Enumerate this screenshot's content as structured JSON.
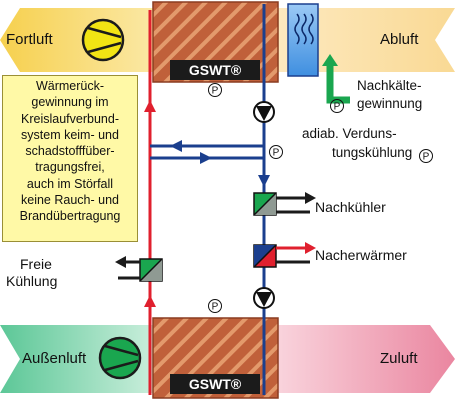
{
  "streams": {
    "fortluft": "Fortluft",
    "abluft": "Abluft",
    "aussenluft": "Außenluft",
    "zuluft": "Zuluft"
  },
  "exchangers": {
    "top": "GSWT®",
    "bottom": "GSWT®"
  },
  "pump_symbol": "P",
  "description_lines": [
    "Wärmerück-",
    "gewinnung im",
    "Kreislaufverbund-",
    "system keim- und",
    "schadstofffüber-",
    "tragungsfrei,",
    "auch im Störfall",
    "keine Rauch- und",
    "Brandübertragung"
  ],
  "labels": {
    "nachkaelte_1": "Nachkälte-",
    "nachkaelte_2": "gewinnung",
    "verdunstung_1": "adiab. Verduns-",
    "verdunstung_2": "tungskühlung",
    "nachkuehler": "Nachkühler",
    "nacherwaermer": "Nacherwärmer",
    "freie_1": "Freie",
    "freie_2": "Kühlung"
  },
  "colors": {
    "fortluft_band": "#f5d262",
    "abluft_band": "#fce9bb",
    "aussenluft_band": "#7ad0a6",
    "zuluft_band": "#f2a4b6",
    "supply_line": "#e0202e",
    "return_line": "#1b3f8e",
    "hx_block": "#c0603a",
    "fan": "#f2e414",
    "fan_green": "#1aa64f",
    "info_box": "#fff9a6"
  }
}
